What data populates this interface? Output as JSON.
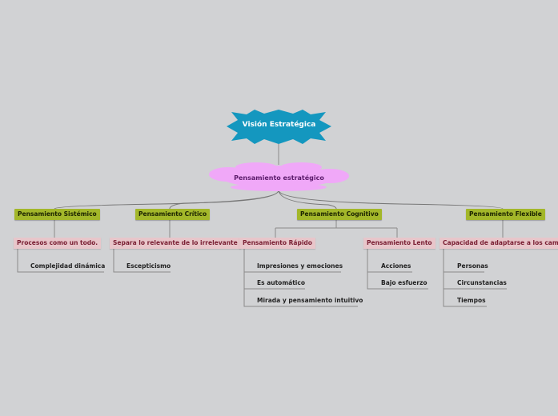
{
  "root": {
    "label": "Visión Estratégica",
    "color": "#1497bf"
  },
  "central": {
    "label": "Pensamiento estratégico",
    "color": "#f0a8f8"
  },
  "branches": [
    {
      "label": "Pensamiento Sistémico",
      "children": [
        {
          "label": "Procesos como un todo.",
          "leaves": [
            "Complejidad dinámica"
          ]
        }
      ]
    },
    {
      "label": "Pensamiento Crítico",
      "children": [
        {
          "label": "Separa lo relevante de lo irrelevante",
          "leaves": [
            "Escepticismo"
          ]
        }
      ]
    },
    {
      "label": "Pensamiento Cognitivo",
      "children": [
        {
          "label": "Pensamiento Rápido",
          "leaves": [
            "Impresiones y emociones",
            "Es automático",
            "Mirada y pensamiento intuitivo"
          ]
        },
        {
          "label": "Pensamiento Lento",
          "leaves": [
            "Acciones",
            "Bajo esfuerzo"
          ]
        }
      ]
    },
    {
      "label": "Pensamiento Flexible",
      "children": [
        {
          "label": "Capacidad de adaptarse a los cambios",
          "leaves": [
            "Personas",
            "Circunstancias",
            "Tiempos"
          ]
        }
      ]
    }
  ]
}
